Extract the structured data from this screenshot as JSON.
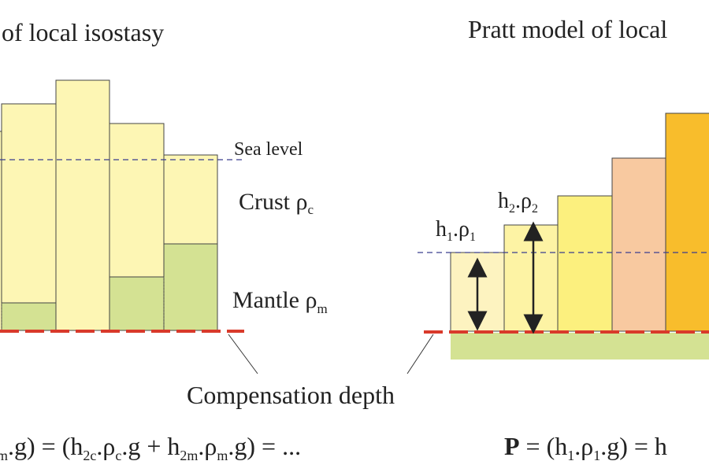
{
  "titles": {
    "left": "of local isostasy",
    "right": "Pratt model of local"
  },
  "labels": {
    "sea_level": "Sea level",
    "crust": "Crust ρ",
    "crust_sub": "c",
    "mantle": "Mantle ρ",
    "mantle_sub": "m",
    "compensation": "Compensation depth"
  },
  "pratt_labels": {
    "h1_a": "h",
    "h1_sub": "1",
    "h1_b": ".ρ",
    "h1_sub2": "1",
    "h2_a": "h",
    "h2_sub": "2",
    "h2_b": ".ρ",
    "h2_sub2": "2"
  },
  "equations": {
    "left_parts": [
      {
        "t": "m",
        "sub": true
      },
      {
        "t": ".g) = (h",
        "sub": false
      },
      {
        "t": "2c",
        "sub": true
      },
      {
        "t": ".ρ",
        "sub": false
      },
      {
        "t": "c",
        "sub": true
      },
      {
        "t": ".g + h",
        "sub": false
      },
      {
        "t": "2m",
        "sub": true
      },
      {
        "t": ".ρ",
        "sub": false
      },
      {
        "t": "m",
        "sub": true
      },
      {
        "t": ".g) = ...",
        "sub": false
      }
    ],
    "right_bold": "P",
    "right_parts": [
      {
        "t": " = (h",
        "sub": false
      },
      {
        "t": "1",
        "sub": true
      },
      {
        "t": ".ρ",
        "sub": false
      },
      {
        "t": "1",
        "sub": true
      },
      {
        "t": ".g) =  h",
        "sub": false
      }
    ]
  },
  "colors": {
    "crust": "#fdf6b4",
    "mantle": "#d4e293",
    "sea_level": "#3a3d8f",
    "compensation": "#d93a2b",
    "pratt_blocks": [
      "#fdf3c0",
      "#fdf3a4",
      "#fcf07e",
      "#f8c9a0",
      "#f8bd2c"
    ],
    "pratt_base": "#d4e293"
  }
}
